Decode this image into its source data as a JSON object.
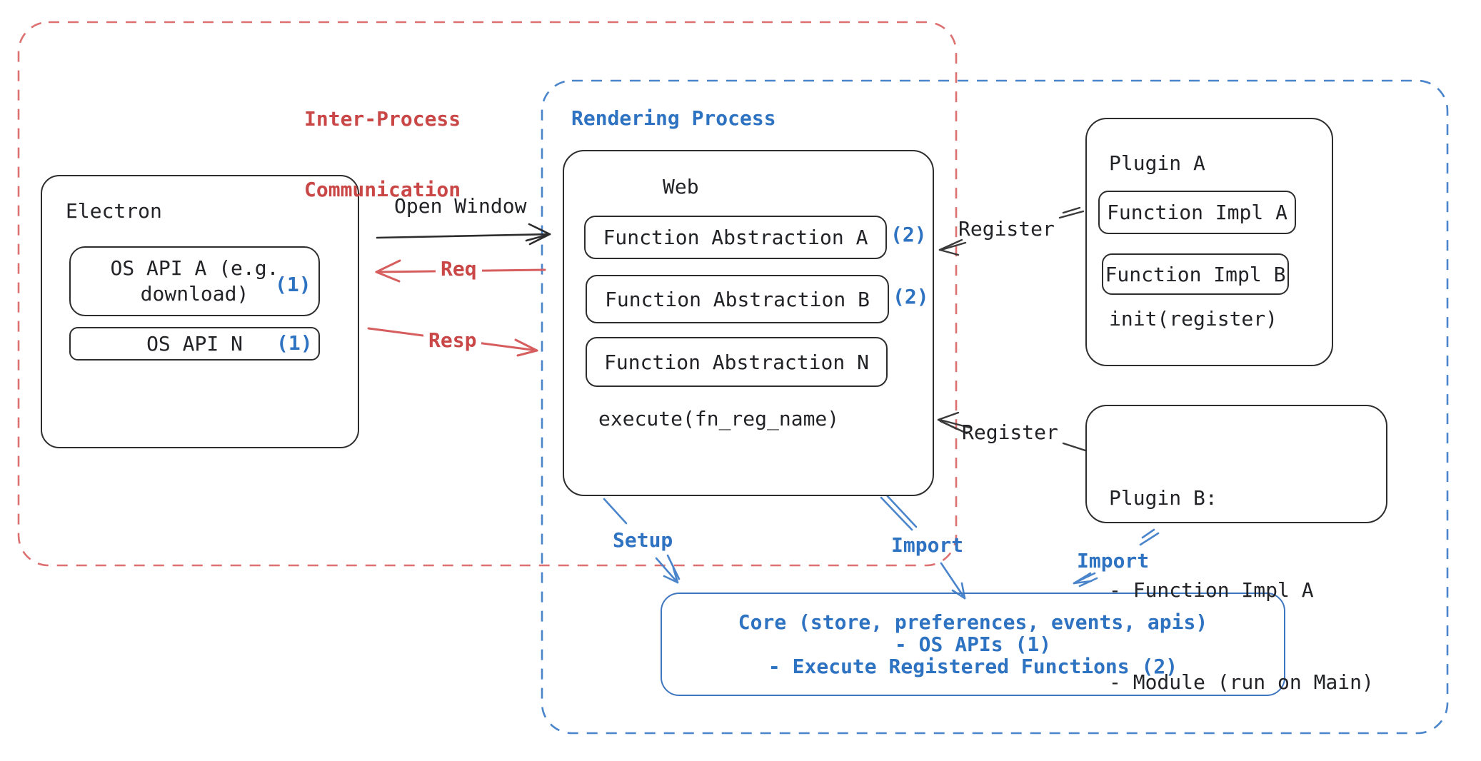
{
  "diagram": {
    "ipc": {
      "label_line1": "Inter-Process",
      "label_line2": "Communication"
    },
    "rendering": {
      "label": "Rendering Process"
    },
    "electron": {
      "title": "Electron",
      "os_api_a": {
        "line1": "OS API A (e.g.",
        "line2": "download)",
        "badge": "(1)"
      },
      "os_api_n": {
        "label": "OS API N",
        "badge": "(1)"
      }
    },
    "web": {
      "title": "Web",
      "fa_a": {
        "label": "Function Abstraction A",
        "badge": "(2)"
      },
      "fa_b": {
        "label": "Function Abstraction B",
        "badge": "(2)"
      },
      "fa_n": {
        "label": "Function Abstraction N"
      },
      "execute_label": "execute(fn_reg_name)"
    },
    "plugin_a": {
      "title": "Plugin A",
      "impl_a": "Function Impl A",
      "impl_b": "Function Impl B",
      "init_label": "init(register)"
    },
    "plugin_b": {
      "title": "Plugin B:",
      "item1": "- Function Impl A",
      "item2": "- Module (run on Main)"
    },
    "core": {
      "line1": "Core (store, preferences, events, apis)",
      "line2": "- OS APIs (1)",
      "line3": "- Execute Registered Functions (2)"
    },
    "arrows": {
      "open_window": "Open Window",
      "req": "Req",
      "resp": "Resp",
      "register_top": "Register",
      "register_bottom": "Register",
      "setup": "Setup",
      "import_web": "Import",
      "import_plugin": "Import"
    },
    "colors": {
      "red_text": "#c94747",
      "red_stroke": "#d65e5e",
      "red_dash": "#dd7070",
      "blue_text": "#2e72c2",
      "blue_stroke": "#4a85cc",
      "ink": "#2d2d2d"
    }
  }
}
